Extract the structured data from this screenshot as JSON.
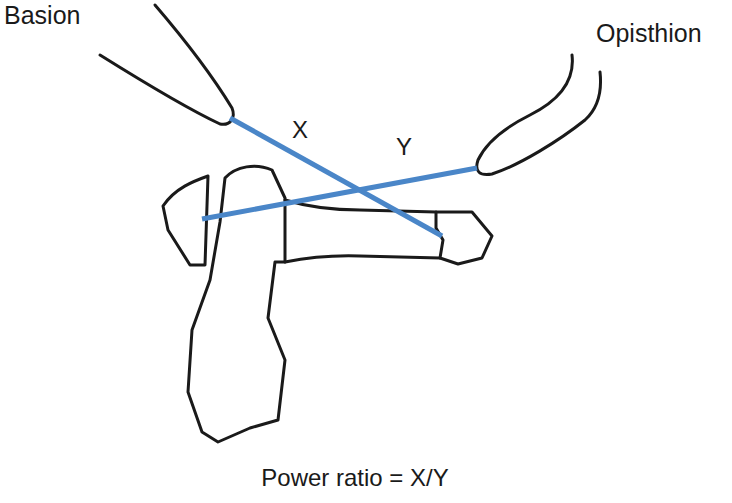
{
  "diagram": {
    "caption": "Power ratio = X/Y",
    "labels": [
      "Basion",
      "Opisthion",
      "X",
      "Y"
    ]
  }
}
